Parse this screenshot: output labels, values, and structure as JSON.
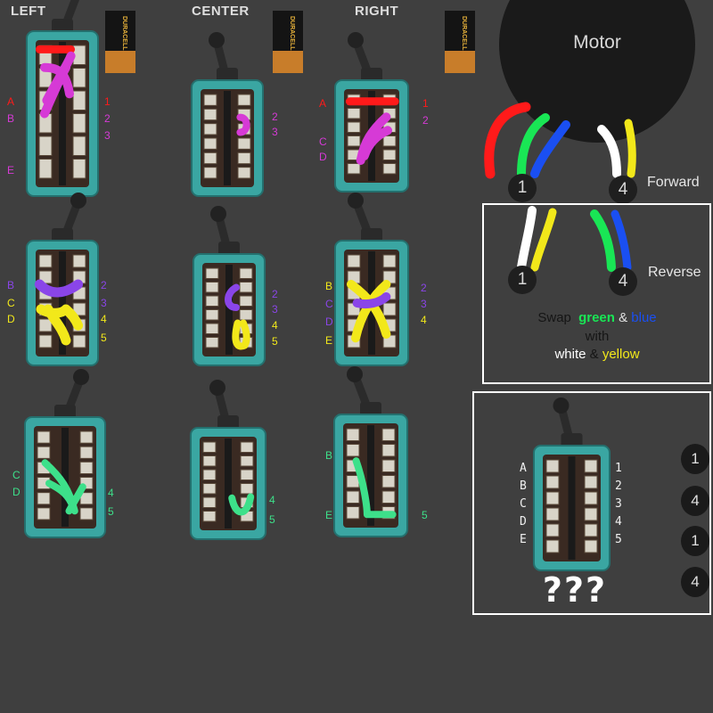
{
  "columns": [
    "LEFT",
    "CENTER",
    "RIGHT"
  ],
  "battery_brand": "DURACELL",
  "motor": {
    "label": "Motor"
  },
  "terminals": {
    "t1": "1",
    "t4": "4"
  },
  "forward": {
    "label": "Forward"
  },
  "reverse": {
    "label": "Reverse",
    "swap_word": "Swap",
    "green": "green",
    "amp1": "&",
    "blue": "blue",
    "with": "with",
    "white": "white",
    "amp2": "&",
    "yellow": "yellow"
  },
  "question": {
    "marks": "???",
    "letters": [
      "A",
      "B",
      "C",
      "D",
      "E"
    ],
    "numbers": [
      "1",
      "2",
      "3",
      "4",
      "5"
    ],
    "side_terms": [
      "1",
      "4",
      "1",
      "4"
    ]
  },
  "switch_labels": {
    "r1_left": {
      "left": [
        "A",
        "B",
        "E"
      ],
      "right": [
        "1",
        "2",
        "3"
      ]
    },
    "r1_center": {
      "right": [
        "2",
        "3"
      ]
    },
    "r1_right": {
      "left": [
        "A",
        "C",
        "D"
      ],
      "right": [
        "1",
        "2"
      ]
    },
    "r2_left": {
      "left": [
        "B",
        "C",
        "D"
      ],
      "right": [
        "2",
        "3",
        "4",
        "5"
      ]
    },
    "r2_center": {
      "right": [
        "2",
        "3",
        "4",
        "5"
      ]
    },
    "r2_right": {
      "left": [
        "B",
        "C",
        "D",
        "E"
      ],
      "right": [
        "2",
        "3",
        "4"
      ]
    },
    "r3_left": {
      "left": [
        "C",
        "D"
      ],
      "right": [
        "4",
        "5"
      ]
    },
    "r3_center": {
      "right": [
        "4",
        "5"
      ]
    },
    "r3_right": {
      "left": [
        "B",
        "E"
      ],
      "right": [
        "5"
      ]
    }
  },
  "colors": {
    "background": "#3f3f3f",
    "red": "#ff1a1a",
    "magenta": "#d63ad6",
    "purple": "#8a45e8",
    "yellow": "#f2e81a",
    "green": "#19e655",
    "mint": "#3de08a",
    "blue": "#1a4ff2",
    "white": "#ffffff",
    "switch_teal": "#3aa6a2"
  }
}
